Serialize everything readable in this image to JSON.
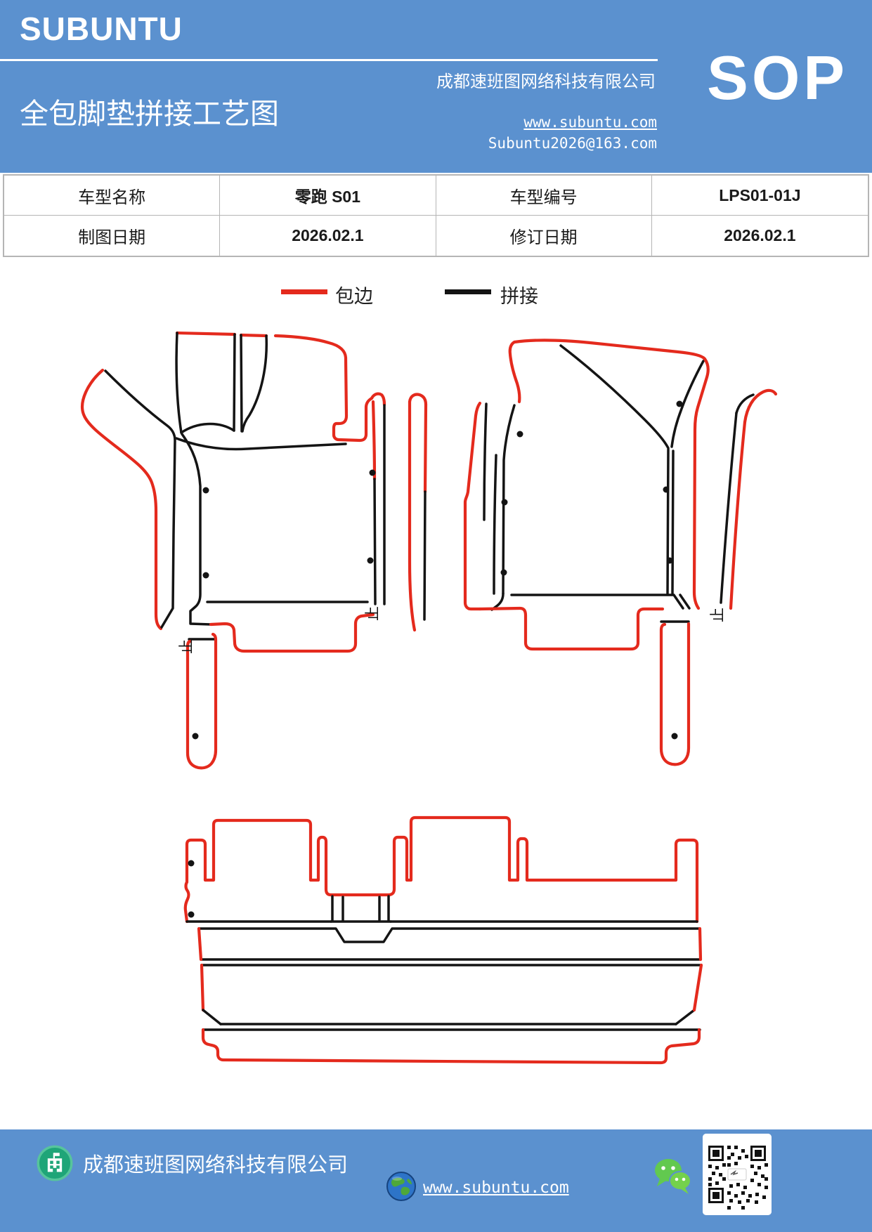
{
  "header": {
    "logo": "SUBUNTU",
    "title": "全包脚垫拼接工艺图",
    "company": "成都速班图网络科技有限公司",
    "website": "www.subuntu.com",
    "email": "Subuntu2026@163.com",
    "sop_label": "SOP"
  },
  "info_table": {
    "rows": [
      {
        "c0": "车型名称",
        "c1": "零跑 S01",
        "c2": "车型编号",
        "c3": "LPS01-01J"
      },
      {
        "c0": "制图日期",
        "c1": "2026.02.1",
        "c2": "修订日期",
        "c3": "2026.02.1"
      }
    ]
  },
  "legend": {
    "items": [
      {
        "label": "包边",
        "color": "#e42a1d"
      },
      {
        "label": "拼接",
        "color": "#141414"
      }
    ]
  },
  "diagram": {
    "stop_marker": "止",
    "pieces": [
      "front-left-mat",
      "front-right-mat",
      "rear-mat"
    ]
  },
  "footer": {
    "company": "成都速班图网络科技有限公司",
    "website": "www.subuntu.com"
  },
  "colors": {
    "header_blue": "#5b91cf",
    "edge_red": "#e42a1d",
    "seam_black": "#141414",
    "table_border": "#b5b5b5",
    "wechat_green": "#6ecb45",
    "org_icon_green": "#1fa578",
    "globe_blue": "#2d74c8"
  }
}
